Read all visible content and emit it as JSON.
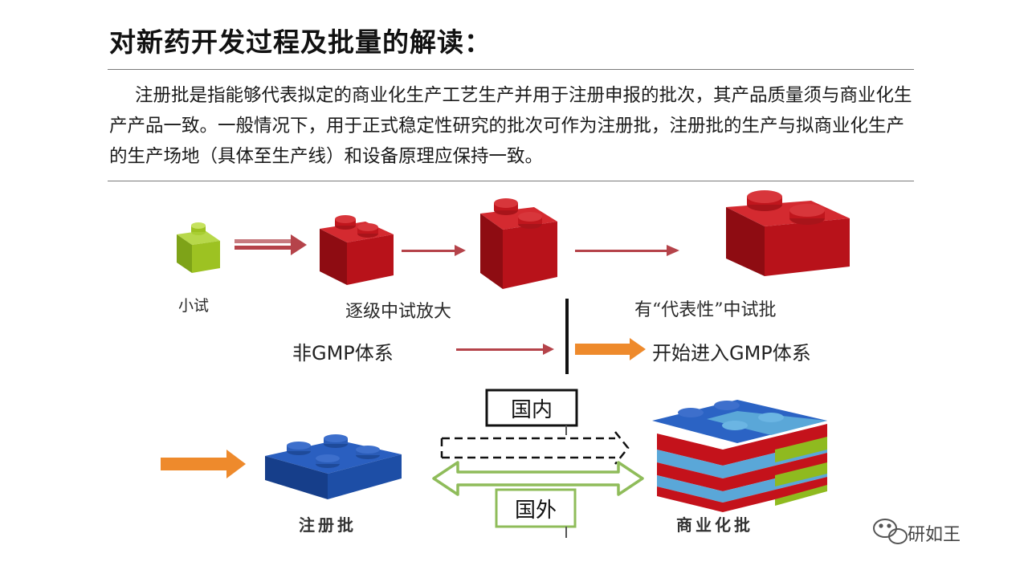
{
  "title": "对新药开发过程及批量的解读：",
  "paragraph": "注册批是指能够代表拟定的商业化生产工艺生产并用于注册申报的批次，其产品质量须与商业化生产产品一致。一般情况下，用于正式稳定性研究的批次可作为注册批，注册批的生产与拟商业化生产的生产场地（具体至生产线）和设备原理应保持一致。",
  "diagram": {
    "stages": {
      "small_test": "小试",
      "scale_up": "逐级中试放大",
      "representative": "有“代表性”中试批"
    },
    "systems": {
      "non_gmp": "非GMP体系",
      "gmp_start": "开始进入GMP体系"
    },
    "batches": {
      "registration": "注册批",
      "commercial": "商业化批"
    },
    "regions": {
      "domestic": "国内",
      "foreign": "国外"
    },
    "colors": {
      "green_brick": "#8fba1f",
      "red_brick": "#c4121b",
      "blue_brick": "#1f4ea8",
      "light_blue": "#5aa7d8",
      "orange_arrow": "#ee8a2c",
      "red_arrow": "#b8484d",
      "green_arrow": "#8fbc5a"
    }
  },
  "watermark": {
    "icon": "wechat-icon",
    "text": "研如王"
  }
}
